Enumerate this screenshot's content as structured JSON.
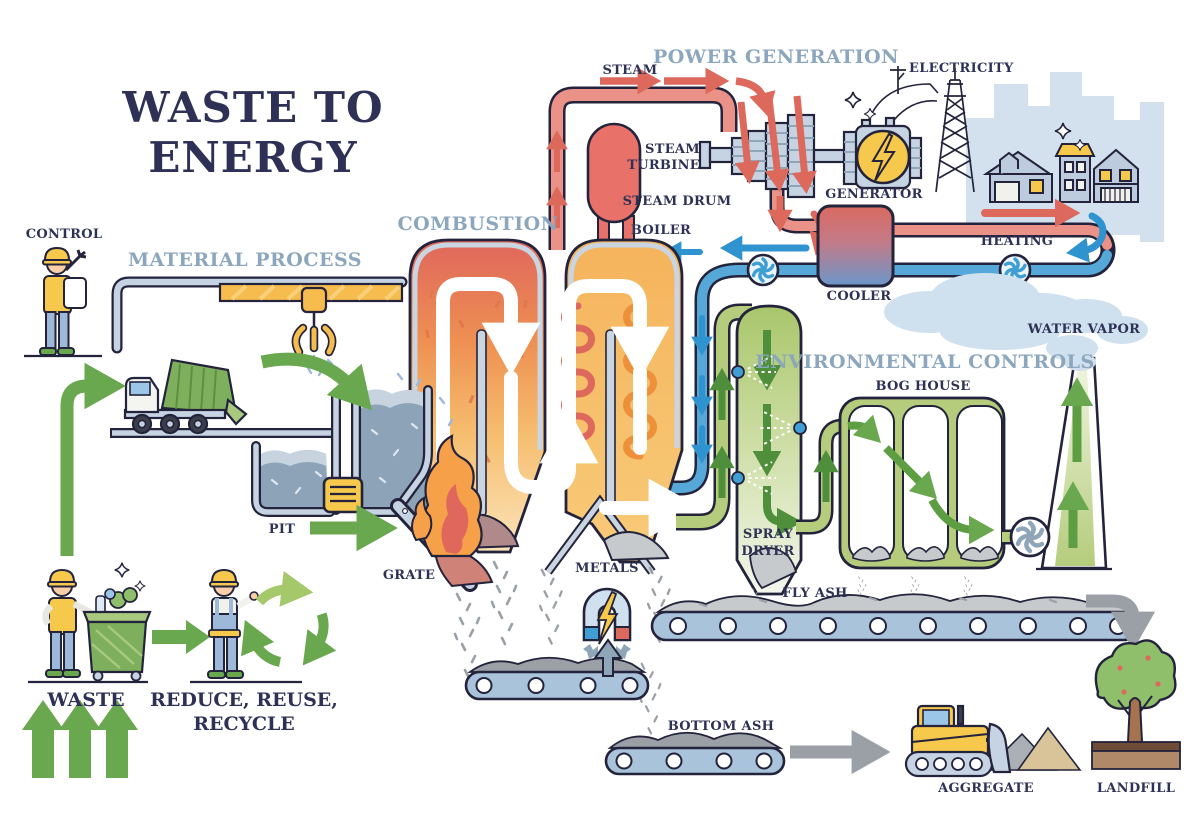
{
  "title": {
    "line1": "WASTE TO",
    "line2": "ENERGY"
  },
  "sections": {
    "material_process": "MATERIAL PROCESS",
    "combustion": "COMBUSTION",
    "power_generation": "POWER GENERATION",
    "environmental_controls": "ENVIRONMENTAL CONTROLS"
  },
  "labels": {
    "control": "CONTROL",
    "steam": "STEAM",
    "electricity": "ELECTRICITY",
    "turbine_line1": "STEAM",
    "turbine_line2": "TURBINE",
    "steam_drum": "STEAM DRUM",
    "boiler": "BOILER",
    "generator": "GENERATOR",
    "heating": "HEATING",
    "cooler": "COOLER",
    "water_vapor": "WATER VAPOR",
    "bog_house": "BOG HOUSE",
    "pit": "PIT",
    "grate": "GRATE",
    "spray_line1": "SPRAY",
    "spray_line2": "DRYER",
    "metals": "METALS",
    "fly_ash": "FLY ASH",
    "bottom_ash": "BOTTOM ASH",
    "waste": "WASTE",
    "reduce_line1": "REDUCE, REUSE,",
    "reduce_line2": "RECYCLE",
    "aggregate": "AGGREGATE",
    "landfill": "LANDFILL"
  },
  "palette": {
    "title_text": "#2e3155",
    "section_text": "#8ba6bd",
    "outline": "#23233c",
    "steam_pipe_salmon": "#ea9287",
    "red_accent": "#dd685c",
    "blue_pipe": "#56a8d8",
    "blue_accent": "#2f93cf",
    "green_flow": "#6aa84f",
    "green_vessel": "#b5cc7c",
    "dark_green_arrow": "#4f8f3b",
    "yellow": "#f6c84c",
    "machine_lightblue": "#c6d3e2",
    "gray_arrow": "#9aa0a6",
    "ash_gray": "#c6cacd",
    "belt_blue": "#a9c3db",
    "boiler_orange": "#f5b35c",
    "combustion_red": "#df675c",
    "skyline_blue": "#d3e1ef",
    "cloud_blue": "#cfe0ee",
    "soil_brown": "#b08968",
    "tree_green": "#8fbf6a",
    "sand_tan": "#d9c49a",
    "waste_fill": "#8da3b8"
  }
}
